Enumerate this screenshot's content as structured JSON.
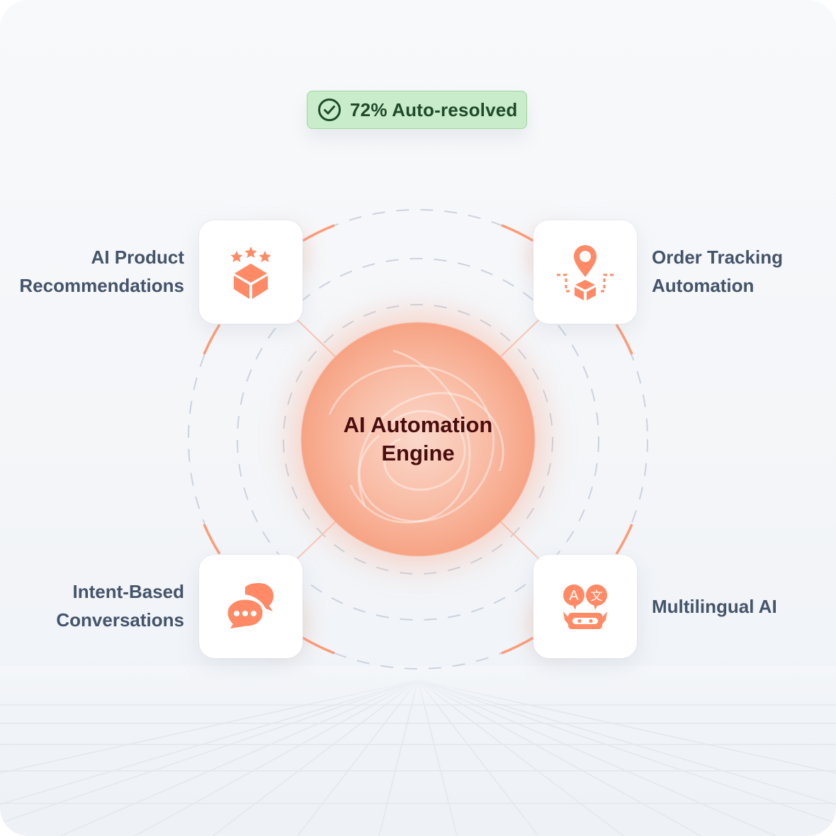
{
  "badge": {
    "icon": "check-circle-icon",
    "text": "72% Auto-resolved",
    "bg_color": "#c9ecca",
    "text_color": "#1f4a2b"
  },
  "core": {
    "title_line1": "AI Automation",
    "title_line2": "Engine",
    "color": "#f7a283"
  },
  "features": [
    {
      "id": "top-left",
      "icon": "box-with-stars-icon",
      "line1": "AI Product",
      "line2": "Recommendations"
    },
    {
      "id": "top-right",
      "icon": "location-pin-box-icon",
      "line1": "Order Tracking",
      "line2": "Automation"
    },
    {
      "id": "bottom-left",
      "icon": "chat-bubbles-icon",
      "line1": "Intent-Based",
      "line2": "Conversations"
    },
    {
      "id": "bottom-right",
      "icon": "translate-robot-icon",
      "line1": "Multilingual AI",
      "line2": ""
    }
  ],
  "colors": {
    "accent": "#ff8a65",
    "label": "#44546a",
    "ring_dash": "#cbd3df"
  }
}
